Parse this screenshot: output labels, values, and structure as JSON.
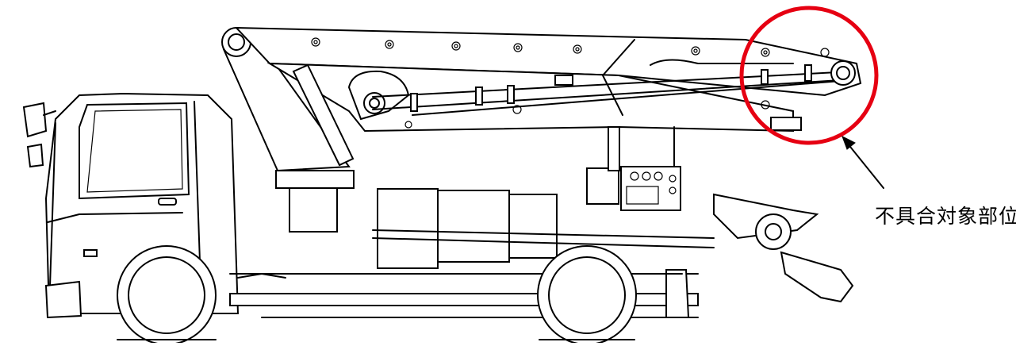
{
  "callout": {
    "label": "不具合対象部位",
    "highlight_color": "#e60012"
  },
  "icons": [
    "pump-truck-illustration",
    "highlight-circle",
    "pointer-arrow"
  ]
}
